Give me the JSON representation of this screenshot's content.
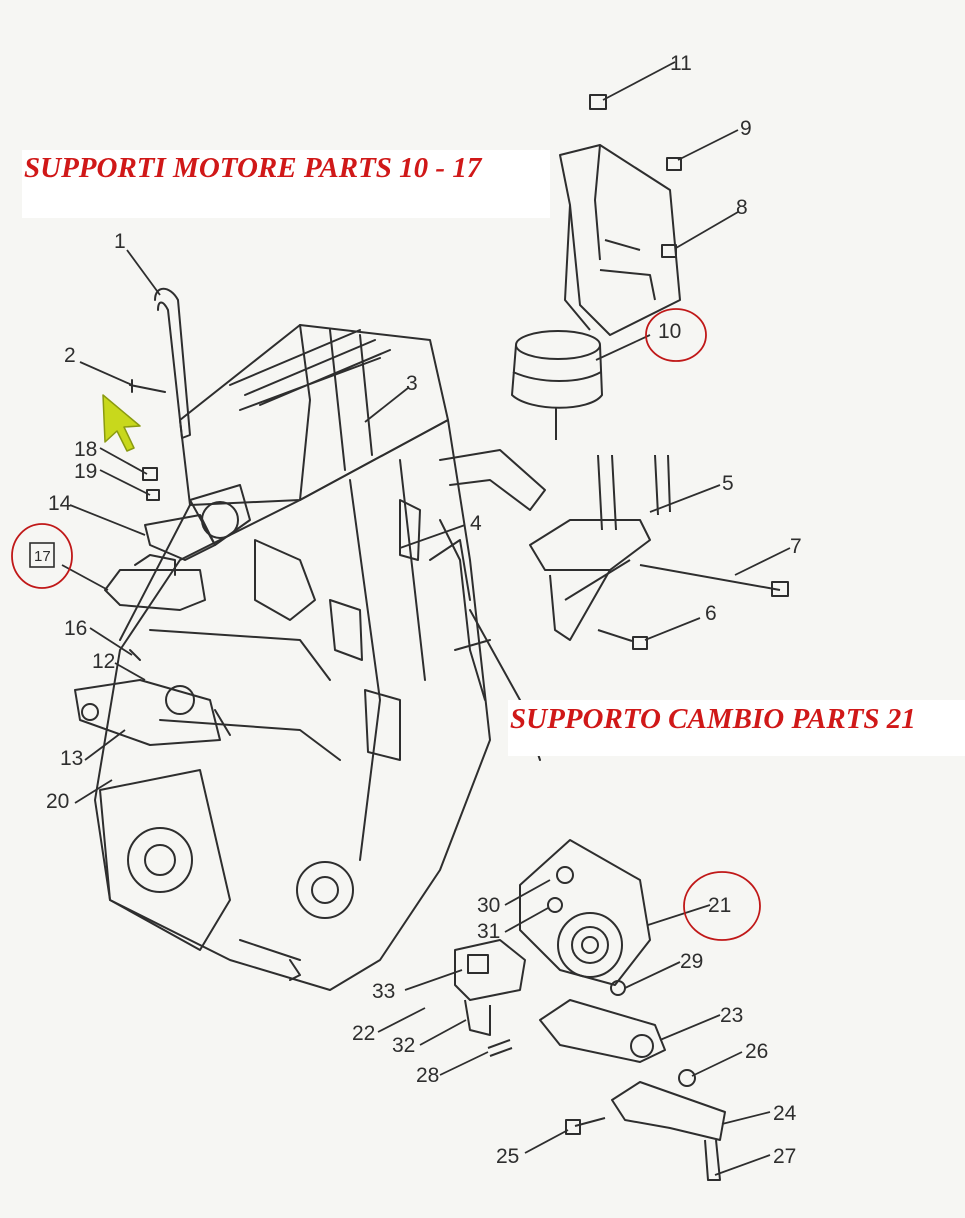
{
  "banners": {
    "engine_mounts": "SUPPORTI MOTORE PARTS 10 - 17",
    "gearbox_mount": "SUPPORTO CAMBIO PARTS 21"
  },
  "colors": {
    "ink": "#2e2e2e",
    "banner_text": "#d01818",
    "highlight_circle": "#c01818",
    "cursor": "#c8d81c",
    "paper": "#f6f6f3"
  },
  "cursor_icon": "pointer-arrow",
  "callouts": [
    "1",
    "2",
    "3",
    "4",
    "5",
    "6",
    "7",
    "8",
    "9",
    "10",
    "11",
    "12",
    "13",
    "14",
    "16",
    "17",
    "18",
    "19",
    "20",
    "21",
    "22",
    "23",
    "24",
    "25",
    "26",
    "27",
    "28",
    "29",
    "30",
    "31",
    "32",
    "33"
  ],
  "highlighted_callouts": [
    "10",
    "17",
    "21"
  ]
}
